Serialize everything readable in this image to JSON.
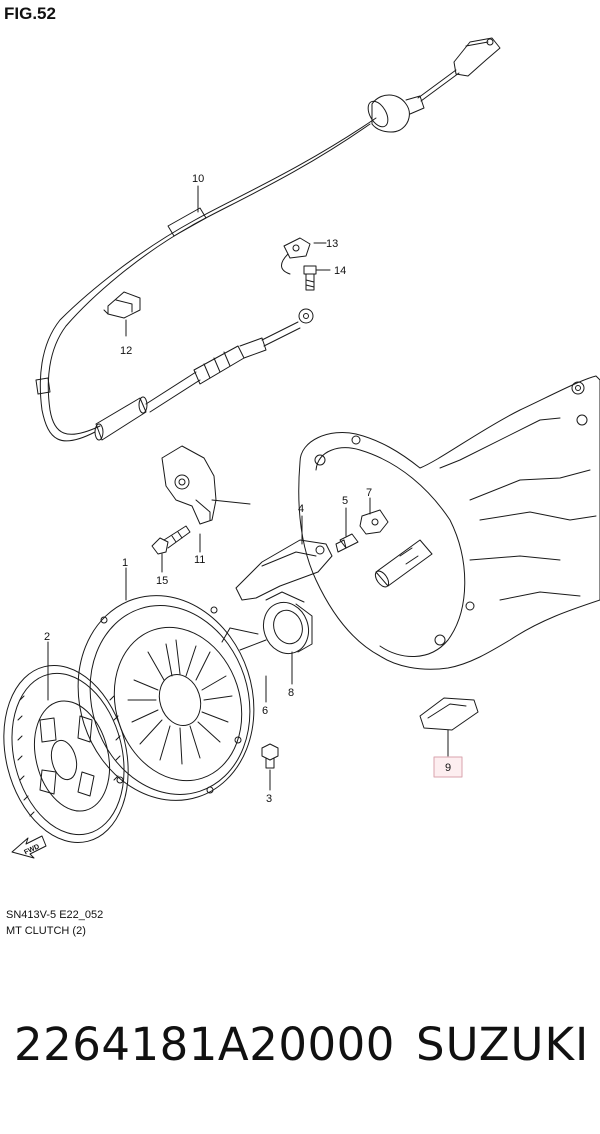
{
  "figure": {
    "title": "FIG.52",
    "code": "SN413V-5 E22_052",
    "caption": "MT CLUTCH (2)"
  },
  "callouts": [
    "1",
    "2",
    "3",
    "4",
    "5",
    "6",
    "7",
    "8",
    "9",
    "10",
    "11",
    "12",
    "13",
    "14",
    "15"
  ],
  "direction_label": "FWD",
  "footer": {
    "part_number": "2264181A20000",
    "brand": "SUZUKI"
  },
  "colors": {
    "line": "#1a1a1a",
    "highlight_fill": "#fdeef0",
    "highlight_border": "#d9a3ad"
  }
}
